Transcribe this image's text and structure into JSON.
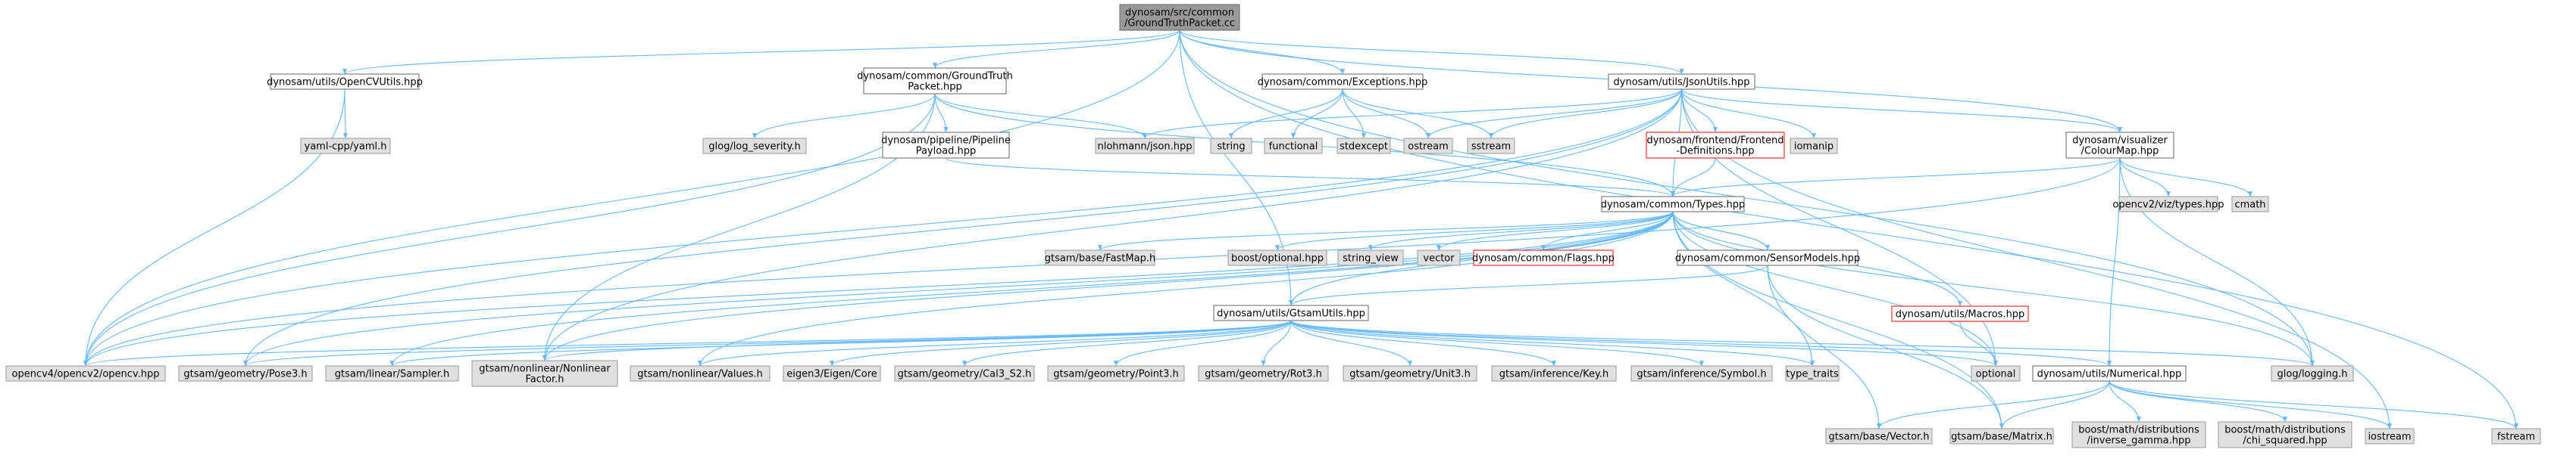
{
  "graph": {
    "nodes": [
      {
        "id": "root",
        "lines": [
          "dynosam/src/common",
          "/GroundTruthPacket.cc"
        ],
        "kind": "root"
      },
      {
        "id": "ocvutils",
        "lines": [
          "dynosam/utils/OpenCVUtils.hpp"
        ],
        "kind": "doc"
      },
      {
        "id": "gtpacket",
        "lines": [
          "dynosam/common/GroundTruth",
          "Packet.hpp"
        ],
        "kind": "doc"
      },
      {
        "id": "exceptions",
        "lines": [
          "dynosam/common/Exceptions.hpp"
        ],
        "kind": "doc"
      },
      {
        "id": "jsonutils",
        "lines": [
          "dynosam/utils/JsonUtils.hpp"
        ],
        "kind": "doc"
      },
      {
        "id": "yaml",
        "lines": [
          "yaml-cpp/yaml.h"
        ],
        "kind": "sys"
      },
      {
        "id": "glogsev",
        "lines": [
          "glog/log_severity.h"
        ],
        "kind": "sys"
      },
      {
        "id": "nlohmann",
        "lines": [
          "nlohmann/json.hpp"
        ],
        "kind": "sys"
      },
      {
        "id": "string",
        "lines": [
          "string"
        ],
        "kind": "sys"
      },
      {
        "id": "functional",
        "lines": [
          "functional"
        ],
        "kind": "sys"
      },
      {
        "id": "stdexcept",
        "lines": [
          "stdexcept"
        ],
        "kind": "sys"
      },
      {
        "id": "ostream",
        "lines": [
          "ostream"
        ],
        "kind": "sys"
      },
      {
        "id": "sstream",
        "lines": [
          "sstream"
        ],
        "kind": "sys"
      },
      {
        "id": "iomanip",
        "lines": [
          "iomanip"
        ],
        "kind": "sys"
      },
      {
        "id": "frontenddefs",
        "lines": [
          "dynosam/frontend/Frontend",
          "-Definitions.hpp"
        ],
        "kind": "red"
      },
      {
        "id": "pipeline",
        "lines": [
          "dynosam/pipeline/Pipeline",
          "Payload.hpp"
        ],
        "kind": "doc"
      },
      {
        "id": "colourmap",
        "lines": [
          "dynosam/visualizer",
          "/ColourMap.hpp"
        ],
        "kind": "doc"
      },
      {
        "id": "types",
        "lines": [
          "dynosam/common/Types.hpp"
        ],
        "kind": "doc"
      },
      {
        "id": "viztypes",
        "lines": [
          "opencv2/viz/types.hpp"
        ],
        "kind": "sys"
      },
      {
        "id": "cmath",
        "lines": [
          "cmath"
        ],
        "kind": "sys"
      },
      {
        "id": "fastmap",
        "lines": [
          "gtsam/base/FastMap.h"
        ],
        "kind": "sys"
      },
      {
        "id": "boostopt",
        "lines": [
          "boost/optional.hpp"
        ],
        "kind": "sys"
      },
      {
        "id": "stringview",
        "lines": [
          "string_view"
        ],
        "kind": "sys"
      },
      {
        "id": "vector",
        "lines": [
          "vector"
        ],
        "kind": "sys"
      },
      {
        "id": "flags",
        "lines": [
          "dynosam/common/Flags.hpp"
        ],
        "kind": "red"
      },
      {
        "id": "sensormodels",
        "lines": [
          "dynosam/common/SensorModels.hpp"
        ],
        "kind": "doc"
      },
      {
        "id": "gtsamutils",
        "lines": [
          "dynosam/utils/GtsamUtils.hpp"
        ],
        "kind": "doc"
      },
      {
        "id": "macros",
        "lines": [
          "dynosam/utils/Macros.hpp"
        ],
        "kind": "red"
      },
      {
        "id": "opencv",
        "lines": [
          "opencv4/opencv2/opencv.hpp"
        ],
        "kind": "sys"
      },
      {
        "id": "pose3",
        "lines": [
          "gtsam/geometry/Pose3.h"
        ],
        "kind": "sys"
      },
      {
        "id": "sampler",
        "lines": [
          "gtsam/linear/Sampler.h"
        ],
        "kind": "sys"
      },
      {
        "id": "nlfactor",
        "lines": [
          "gtsam/nonlinear/Nonlinear",
          "Factor.h"
        ],
        "kind": "sys"
      },
      {
        "id": "values",
        "lines": [
          "gtsam/nonlinear/Values.h"
        ],
        "kind": "sys"
      },
      {
        "id": "eigencore",
        "lines": [
          "eigen3/Eigen/Core"
        ],
        "kind": "sys"
      },
      {
        "id": "cal3s2",
        "lines": [
          "gtsam/geometry/Cal3_S2.h"
        ],
        "kind": "sys"
      },
      {
        "id": "point3",
        "lines": [
          "gtsam/geometry/Point3.h"
        ],
        "kind": "sys"
      },
      {
        "id": "rot3",
        "lines": [
          "gtsam/geometry/Rot3.h"
        ],
        "kind": "sys"
      },
      {
        "id": "unit3",
        "lines": [
          "gtsam/geometry/Unit3.h"
        ],
        "kind": "sys"
      },
      {
        "id": "key",
        "lines": [
          "gtsam/inference/Key.h"
        ],
        "kind": "sys"
      },
      {
        "id": "symbol",
        "lines": [
          "gtsam/inference/Symbol.h"
        ],
        "kind": "sys"
      },
      {
        "id": "typetraits",
        "lines": [
          "type_traits"
        ],
        "kind": "sys"
      },
      {
        "id": "optional",
        "lines": [
          "optional"
        ],
        "kind": "sys"
      },
      {
        "id": "numerical",
        "lines": [
          "dynosam/utils/Numerical.hpp"
        ],
        "kind": "doc"
      },
      {
        "id": "glog",
        "lines": [
          "glog/logging.h"
        ],
        "kind": "sys"
      },
      {
        "id": "vectorh",
        "lines": [
          "gtsam/base/Vector.h"
        ],
        "kind": "sys"
      },
      {
        "id": "matrixh",
        "lines": [
          "gtsam/base/Matrix.h"
        ],
        "kind": "sys"
      },
      {
        "id": "invgamma",
        "lines": [
          "boost/math/distributions",
          "/inverse_gamma.hpp"
        ],
        "kind": "sys"
      },
      {
        "id": "chisq",
        "lines": [
          "boost/math/distributions",
          "/chi_squared.hpp"
        ],
        "kind": "sys"
      },
      {
        "id": "iostream",
        "lines": [
          "iostream"
        ],
        "kind": "sys"
      },
      {
        "id": "fstream",
        "lines": [
          "fstream"
        ],
        "kind": "sys"
      }
    ],
    "edges": [
      [
        "root",
        "ocvutils"
      ],
      [
        "root",
        "gtpacket"
      ],
      [
        "root",
        "exceptions"
      ],
      [
        "root",
        "jsonutils"
      ],
      [
        "root",
        "opencv"
      ],
      [
        "root",
        "gtsamutils"
      ],
      [
        "root",
        "colourmap"
      ],
      [
        "root",
        "glog"
      ],
      [
        "root",
        "fstream"
      ],
      [
        "ocvutils",
        "yaml"
      ],
      [
        "ocvutils",
        "opencv"
      ],
      [
        "gtpacket",
        "glogsev"
      ],
      [
        "gtpacket",
        "nlohmann"
      ],
      [
        "gtpacket",
        "pipeline"
      ],
      [
        "gtpacket",
        "types"
      ],
      [
        "gtpacket",
        "opencv"
      ],
      [
        "gtpacket",
        "nlfactor"
      ],
      [
        "exceptions",
        "string"
      ],
      [
        "exceptions",
        "functional"
      ],
      [
        "exceptions",
        "stdexcept"
      ],
      [
        "exceptions",
        "ostream"
      ],
      [
        "exceptions",
        "sstream"
      ],
      [
        "jsonutils",
        "nlohmann"
      ],
      [
        "jsonutils",
        "ostream"
      ],
      [
        "jsonutils",
        "sstream"
      ],
      [
        "jsonutils",
        "iomanip"
      ],
      [
        "jsonutils",
        "frontenddefs"
      ],
      [
        "jsonutils",
        "types"
      ],
      [
        "jsonutils",
        "optional"
      ],
      [
        "jsonutils",
        "iostream"
      ],
      [
        "jsonutils",
        "opencv"
      ],
      [
        "jsonutils",
        "pose3"
      ],
      [
        "jsonutils",
        "nlfactor"
      ],
      [
        "jsonutils",
        "colourmap"
      ],
      [
        "frontenddefs",
        "types"
      ],
      [
        "pipeline",
        "types"
      ],
      [
        "colourmap",
        "types"
      ],
      [
        "colourmap",
        "viztypes"
      ],
      [
        "colourmap",
        "cmath"
      ],
      [
        "colourmap",
        "glog"
      ],
      [
        "colourmap",
        "numerical"
      ],
      [
        "colourmap",
        "opencv"
      ],
      [
        "types",
        "fastmap"
      ],
      [
        "types",
        "boostopt"
      ],
      [
        "types",
        "stringview"
      ],
      [
        "types",
        "vector"
      ],
      [
        "types",
        "flags"
      ],
      [
        "types",
        "sensormodels"
      ],
      [
        "types",
        "macros"
      ],
      [
        "types",
        "optional"
      ],
      [
        "types",
        "typetraits"
      ],
      [
        "types",
        "glog"
      ],
      [
        "types",
        "matrixh"
      ],
      [
        "types",
        "opencv"
      ],
      [
        "types",
        "pose3"
      ],
      [
        "types",
        "sampler"
      ],
      [
        "types",
        "nlfactor"
      ],
      [
        "types",
        "values"
      ],
      [
        "types",
        "gtsamutils"
      ],
      [
        "sensormodels",
        "types"
      ],
      [
        "sensormodels",
        "gtsamutils"
      ],
      [
        "sensormodels",
        "vectorh"
      ],
      [
        "sensormodels",
        "matrixh"
      ],
      [
        "macros",
        "optional"
      ],
      [
        "gtsamutils",
        "opencv"
      ],
      [
        "gtsamutils",
        "pose3"
      ],
      [
        "gtsamutils",
        "sampler"
      ],
      [
        "gtsamutils",
        "nlfactor"
      ],
      [
        "gtsamutils",
        "values"
      ],
      [
        "gtsamutils",
        "eigencore"
      ],
      [
        "gtsamutils",
        "cal3s2"
      ],
      [
        "gtsamutils",
        "point3"
      ],
      [
        "gtsamutils",
        "rot3"
      ],
      [
        "gtsamutils",
        "unit3"
      ],
      [
        "gtsamutils",
        "key"
      ],
      [
        "gtsamutils",
        "symbol"
      ],
      [
        "gtsamutils",
        "typetraits"
      ],
      [
        "gtsamutils",
        "optional"
      ],
      [
        "gtsamutils",
        "numerical"
      ],
      [
        "gtsamutils",
        "glog"
      ],
      [
        "numerical",
        "vectorh"
      ],
      [
        "numerical",
        "matrixh"
      ],
      [
        "numerical",
        "invgamma"
      ],
      [
        "numerical",
        "chisq"
      ],
      [
        "numerical",
        "iostream"
      ],
      [
        "numerical",
        "fstream"
      ]
    ]
  }
}
